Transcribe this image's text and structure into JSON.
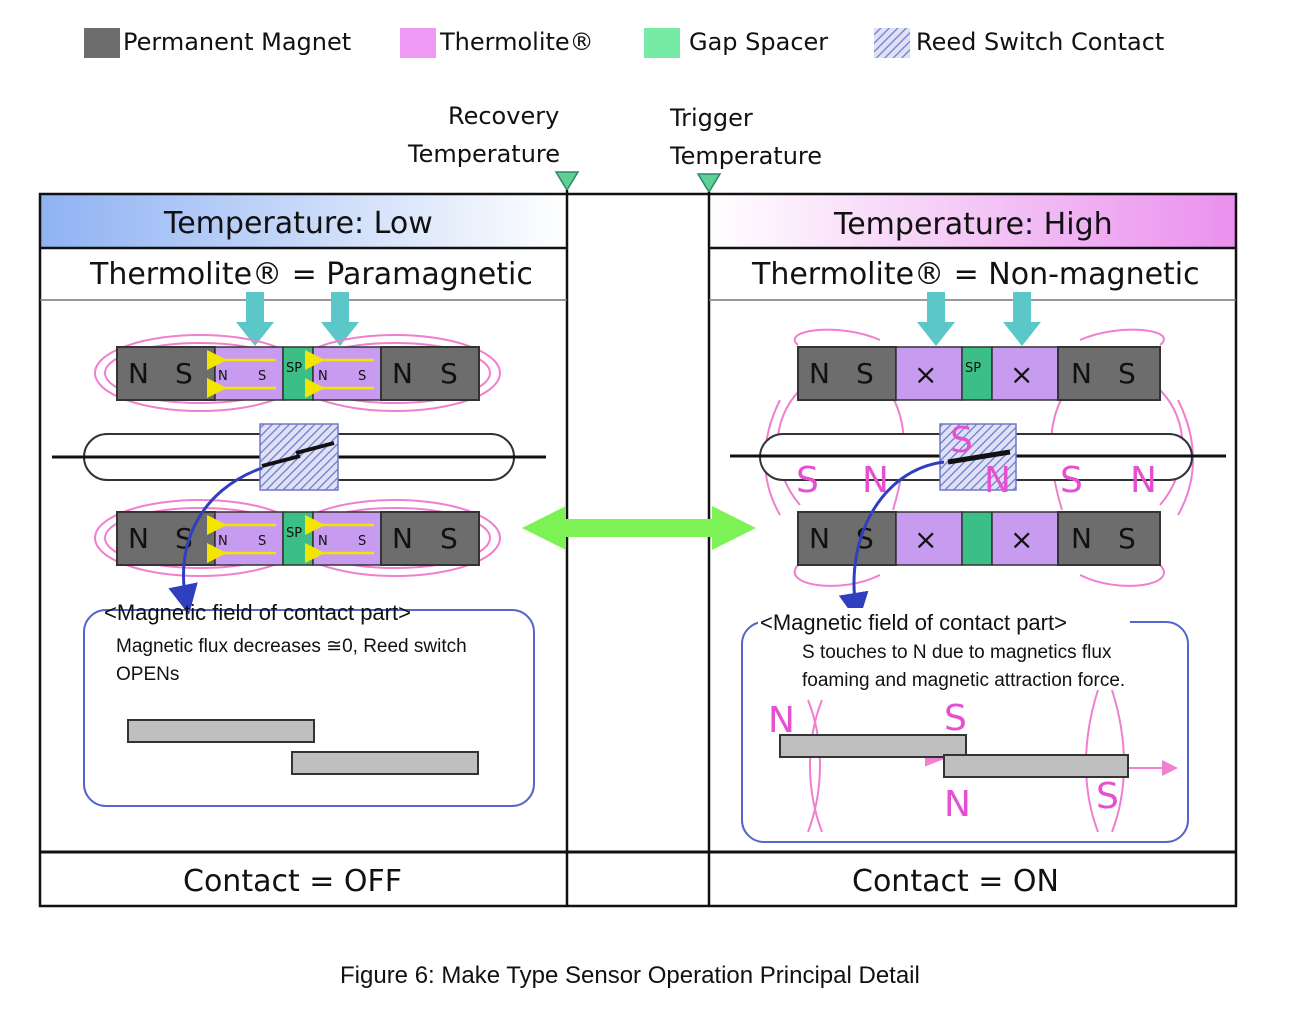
{
  "legend": [
    {
      "label": "Permanent Magnet",
      "color": "#6d6d6d",
      "icon": "permanent-magnet-swatch"
    },
    {
      "label": "Thermolite®",
      "color": "#ee99f3",
      "icon": "thermolite-swatch"
    },
    {
      "label": "Gap Spacer",
      "color": "#77eba6",
      "icon": "gap-spacer-swatch"
    },
    {
      "label": "Reed Switch Contact",
      "color": "#9aa2e6",
      "icon": "reed-contact-hatch-swatch"
    }
  ],
  "markers": {
    "recovery_line1": "Recovery",
    "recovery_line2": "Temperature",
    "trigger_line1": "Trigger",
    "trigger_line2": "Temperature"
  },
  "low": {
    "header": "Temperature:  Low",
    "state": "Thermolite® = Paramagnetic",
    "magnet_n": "N",
    "magnet_s": "S",
    "spacer": "SP",
    "box_title": "<Magnetic field of contact part>",
    "box_line1": "Magnetic flux decreases ≅0, Reed switch",
    "box_line2": "OPENs",
    "contact": "Contact = OFF"
  },
  "high": {
    "header": "Temperature:  High",
    "state": "Thermolite® = Non-magnetic",
    "magnet_n": "N",
    "magnet_s": "S",
    "spacer": "SP",
    "cross": "×",
    "box_title": "<Magnetic field of contact part>",
    "box_line1": "S touches to N due to magnetics flux",
    "box_line2": "foaming and magnetic attraction force.",
    "contact": "Contact = ON",
    "pole_s": "S",
    "pole_n": "N"
  },
  "caption": "Figure 6: Make Type Sensor Operation Principal Detail",
  "colors": {
    "magnet": "#6d6d6d",
    "thermolite": "#c79bef",
    "spacer": "#3cbf87",
    "flux_pink": "#ef7fcf",
    "teal_arrow": "#5cc7c9",
    "green_arrow": "#7cf255",
    "blue_arrow": "#2f3fbf",
    "header_low": "#8fb2f3",
    "header_high": "#ee9af0"
  }
}
